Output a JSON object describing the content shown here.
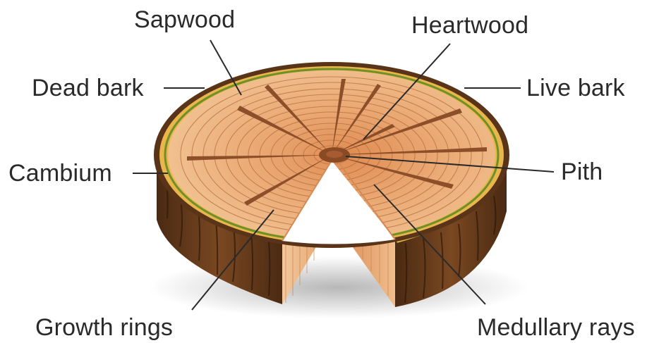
{
  "labels": {
    "sapwood": "Sapwood",
    "heartwood": "Heartwood",
    "dead_bark": "Dead bark",
    "live_bark": "Live bark",
    "cambium": "Cambium",
    "pith": "Pith",
    "growth_rings": "Growth rings",
    "medullary_rays": "Medullary rays"
  },
  "colors": {
    "dead_bark": "#5a3418",
    "bark_side": "#6b3f1f",
    "live_bark": "#e8b64a",
    "cambium": "#6f8f2a",
    "sapwood": "#f1c08e",
    "heartwood": "#e39a63",
    "pith": "#8a4a24",
    "rays": "#8c4f2a",
    "leader_line": "#2a2a2a"
  }
}
